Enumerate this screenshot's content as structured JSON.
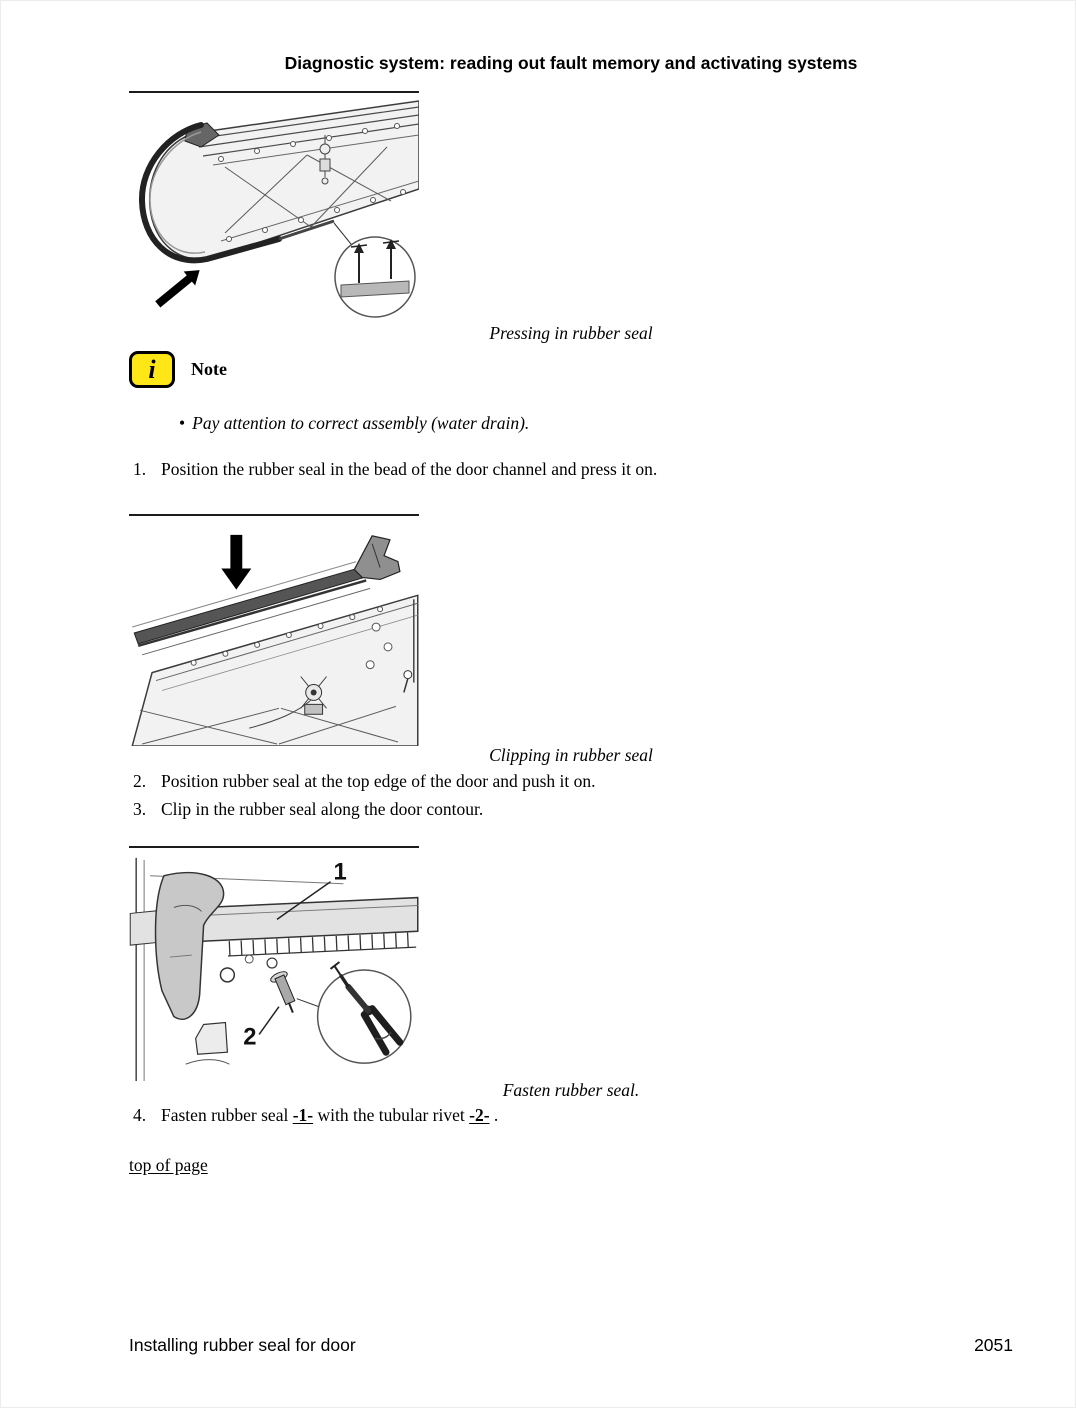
{
  "page": {
    "title": "Diagnostic system: reading out fault memory and activating systems",
    "top_link": "top of page",
    "footer": {
      "left": "Installing rubber seal for door",
      "page_number": "2051"
    }
  },
  "note": {
    "icon": "i",
    "label": "Note",
    "bullet_char": "•",
    "text": "Pay attention to correct assembly (water drain)."
  },
  "figures": [
    {
      "caption": "Pressing in rubber seal"
    },
    {
      "caption": "Clipping in rubber seal"
    },
    {
      "caption": "Fasten rubber seal.",
      "callout_1": "1",
      "callout_2": "2"
    }
  ],
  "steps": [
    {
      "number": "1.",
      "text": "Position the rubber seal in the bead of the door channel and press it on."
    },
    {
      "number": "2.",
      "text": "Position rubber seal at the top edge of the door and push it on."
    },
    {
      "number": "3.",
      "text": "Clip in the rubber seal along the door contour."
    },
    {
      "number": "4.",
      "part1": "Fasten rubber seal ",
      "ref1": "-1-",
      "part2": " with the tubular rivet ",
      "ref2": "-2-",
      "part3": " ."
    }
  ]
}
